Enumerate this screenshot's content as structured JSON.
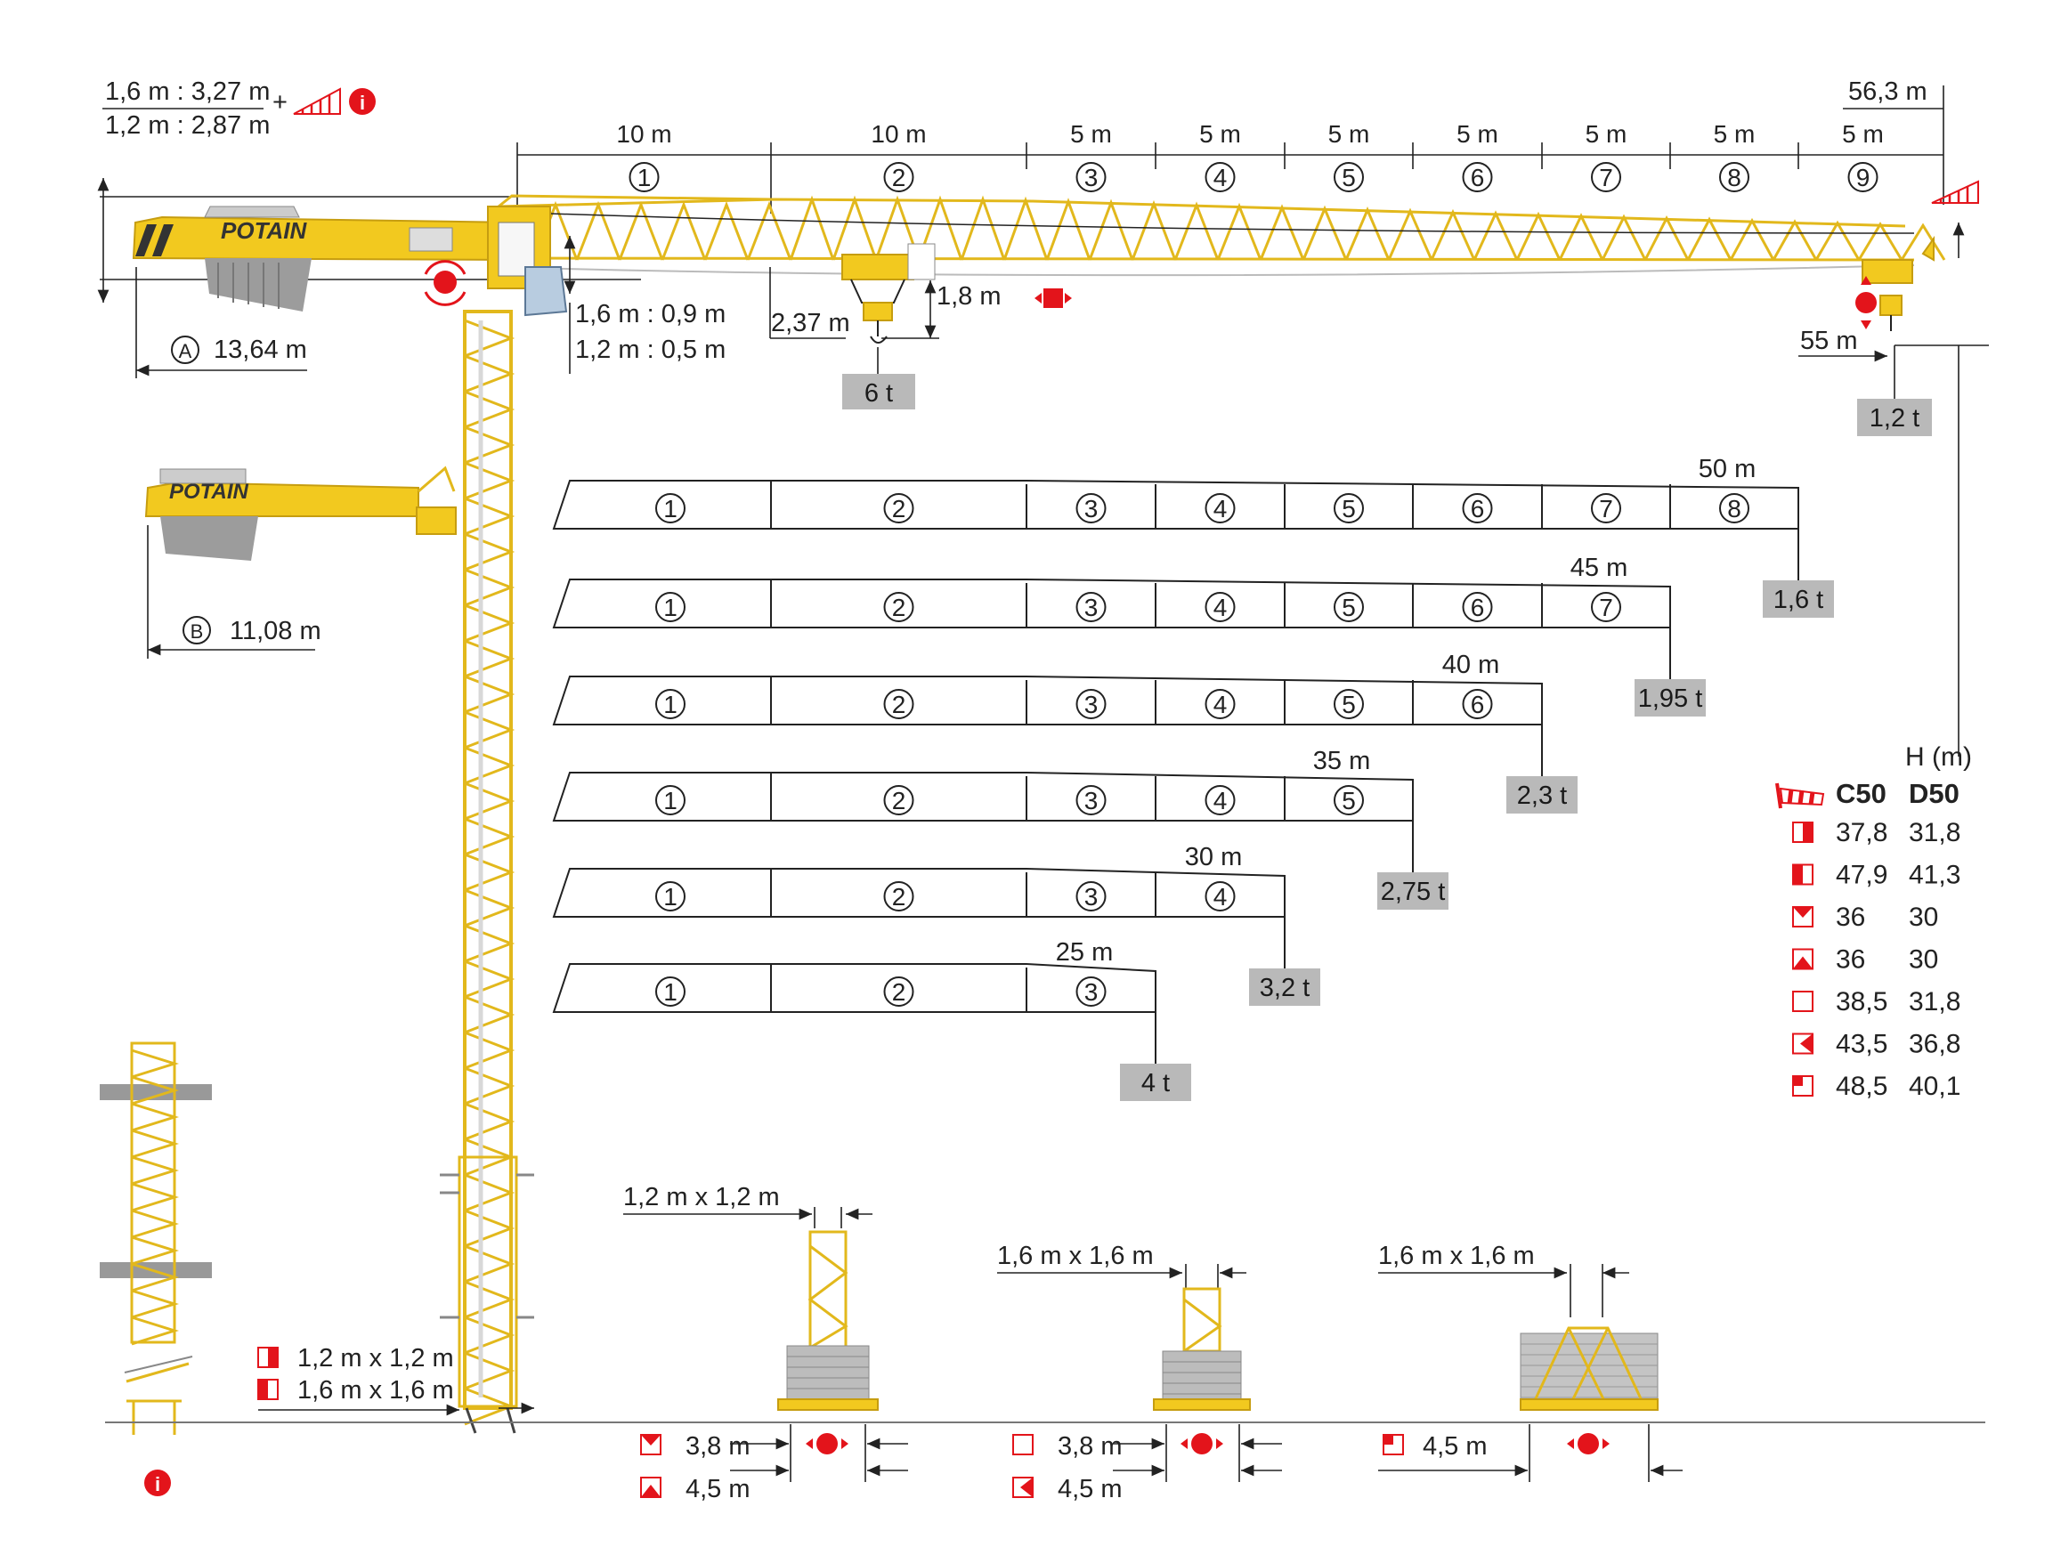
{
  "counterweight_note": {
    "line1": "1,6 m : 3,27 m",
    "line2": "1,2 m : 2,87 m",
    "plus": "+",
    "info_icon": "info-icon"
  },
  "jib_segments": {
    "lengths": [
      "10 m",
      "10 m",
      "5 m",
      "5 m",
      "5 m",
      "5 m",
      "5 m",
      "5 m",
      "5 m"
    ],
    "numbers": [
      "1",
      "2",
      "3",
      "4",
      "5",
      "6",
      "7",
      "8",
      "9"
    ],
    "total_reach": "56,3 m"
  },
  "jib_dims": {
    "cw_height_a": "1,6 m : 0,9 m",
    "cw_height_b": "1,2 m : 0,5 m",
    "trolley_drop": "2,37 m",
    "hook_drop": "1,8 m",
    "max_load": "6 t",
    "tip_radius": "55 m",
    "tip_load": "1,2 t",
    "counter_jib_a_label": "A",
    "counter_jib_a": "13,64 m",
    "counter_jib_b_label": "B",
    "counter_jib_b": "11,08 m"
  },
  "configurations": [
    {
      "length": "50 m",
      "segments": [
        "1",
        "2",
        "3",
        "4",
        "5",
        "6",
        "7",
        "8"
      ],
      "tip_load": "1,6 t"
    },
    {
      "length": "45 m",
      "segments": [
        "1",
        "2",
        "3",
        "4",
        "5",
        "6",
        "7"
      ],
      "tip_load": "1,95 t"
    },
    {
      "length": "40 m",
      "segments": [
        "1",
        "2",
        "3",
        "4",
        "5",
        "6"
      ],
      "tip_load": "2,3 t"
    },
    {
      "length": "35 m",
      "segments": [
        "1",
        "2",
        "3",
        "4",
        "5"
      ],
      "tip_load": "2,75 t"
    },
    {
      "length": "30 m",
      "segments": [
        "1",
        "2",
        "3",
        "4"
      ],
      "tip_load": "3,2 t"
    },
    {
      "length": "25 m",
      "segments": [
        "1",
        "2",
        "3"
      ],
      "tip_load": "4 t"
    }
  ],
  "height_table": {
    "header": "H (m)",
    "wind_icon": "windsock-icon",
    "col1": "C50",
    "col2": "D50",
    "rows": [
      {
        "icon": "mast-1.2-icon",
        "c50": "37,8",
        "d50": "31,8"
      },
      {
        "icon": "mast-1.6-icon",
        "c50": "47,9",
        "d50": "41,3"
      },
      {
        "icon": "base-3.8-icon",
        "c50": "36",
        "d50": "30"
      },
      {
        "icon": "base-4.5-icon",
        "c50": "36",
        "d50": "30"
      },
      {
        "icon": "chassis-3.8-icon",
        "c50": "38,5",
        "d50": "31,8"
      },
      {
        "icon": "chassis-4.5-icon",
        "c50": "43,5",
        "d50": "36,8"
      },
      {
        "icon": "ballast-4.5-icon",
        "c50": "48,5",
        "d50": "40,1"
      }
    ]
  },
  "mast_legend": {
    "row1": "1,2 m x 1,2 m",
    "row2": "1,6 m x 1,6 m"
  },
  "bases": [
    {
      "section": "1,2 m x 1,2 m",
      "dims": [
        "3,8 m",
        "4,5 m"
      ]
    },
    {
      "section": "1,6 m x 1,6 m",
      "dims": [
        "3,8 m",
        "4,5 m"
      ]
    },
    {
      "section": "1,6 m x 1,6 m",
      "dims": [
        "4,5 m"
      ]
    }
  ],
  "brand": "POTAIN",
  "colors": {
    "accent_red": "#e3141b",
    "crane_yellow": "#f2c91f",
    "load_box": "#b9b9b9"
  }
}
